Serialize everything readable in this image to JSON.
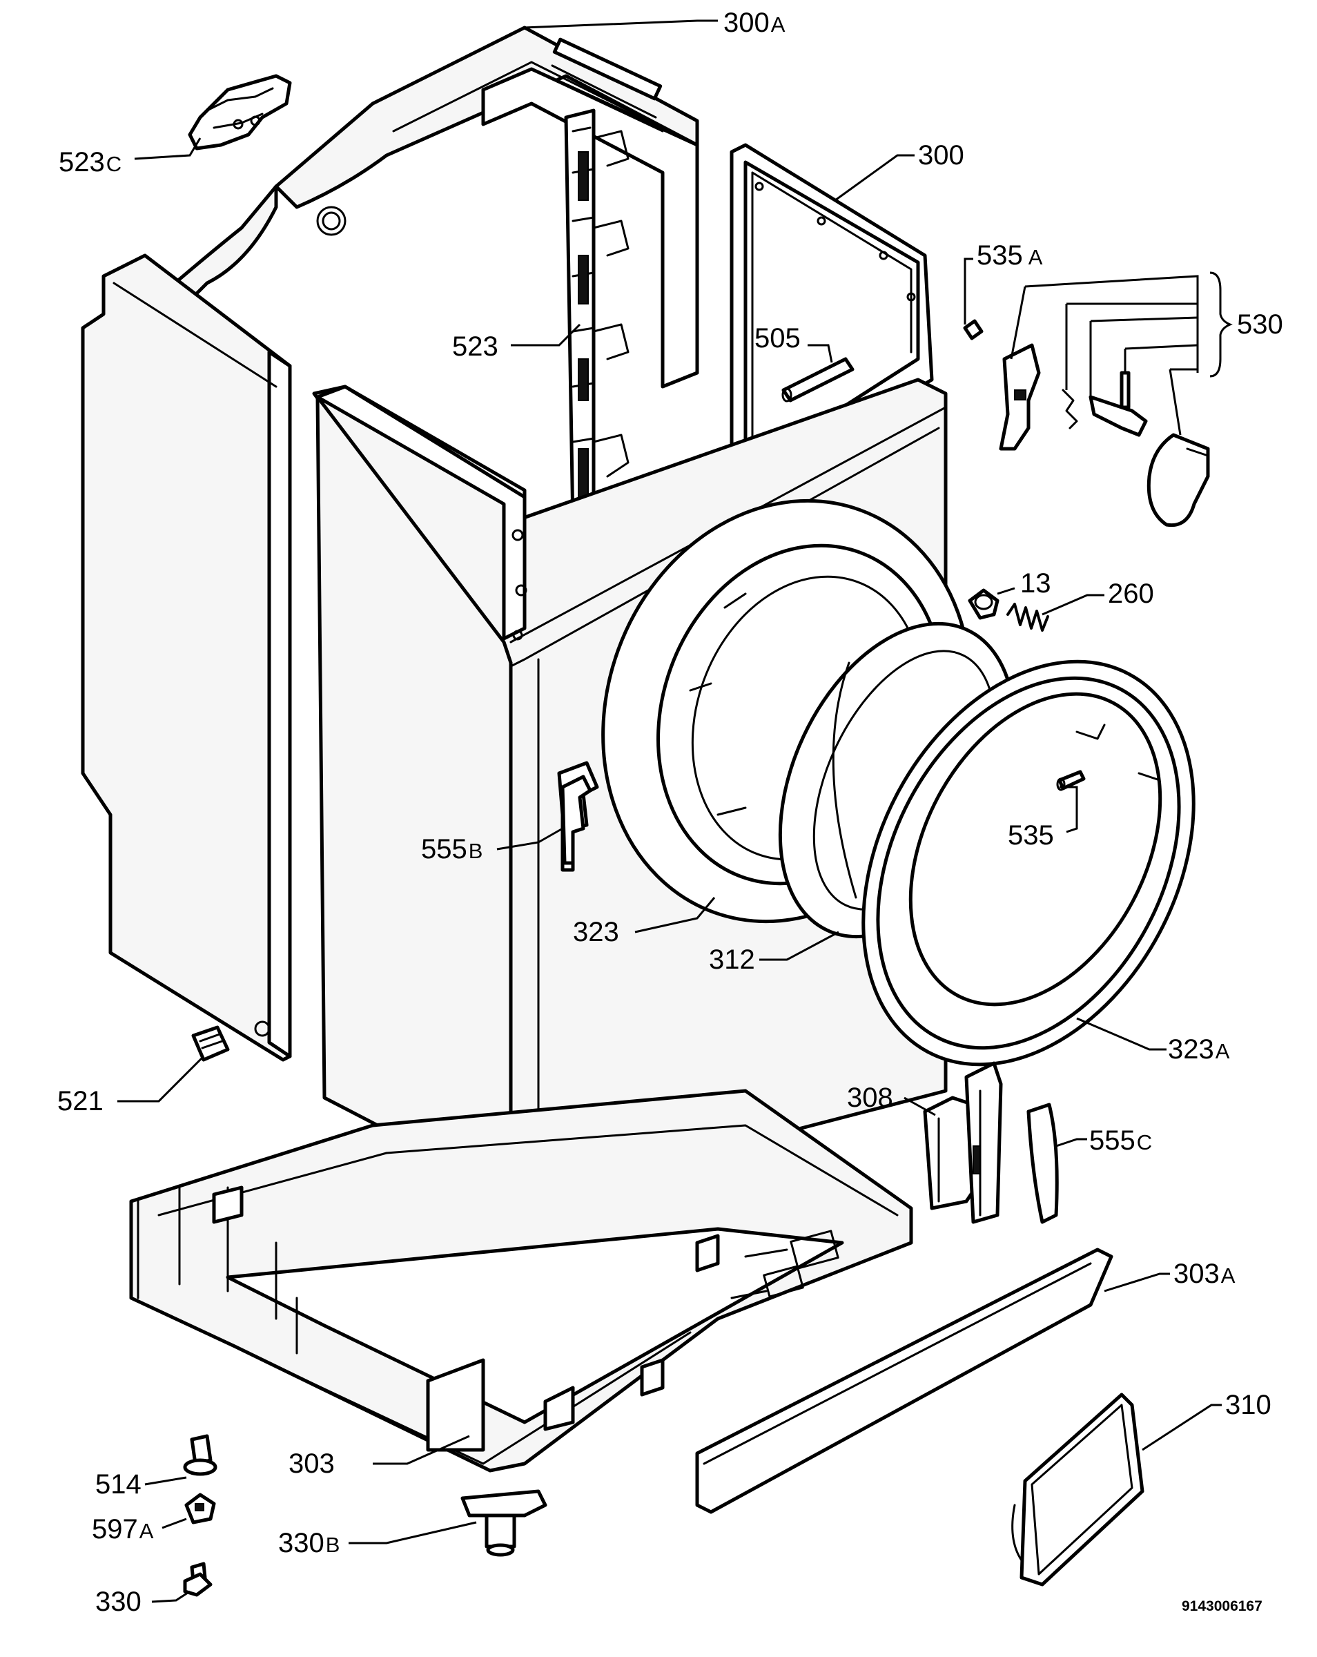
{
  "labels": {
    "l300A": {
      "num": "300",
      "suffix": "A"
    },
    "l523C": {
      "num": "523",
      "suffix": "C"
    },
    "l300": {
      "num": "300",
      "suffix": ""
    },
    "l535A": {
      "num": "535",
      "suffix": "A"
    },
    "l530": {
      "num": "530",
      "suffix": ""
    },
    "l523": {
      "num": "523",
      "suffix": ""
    },
    "l505": {
      "num": "505",
      "suffix": ""
    },
    "l13": {
      "num": "13",
      "suffix": ""
    },
    "l260": {
      "num": "260",
      "suffix": ""
    },
    "l535": {
      "num": "535",
      "suffix": ""
    },
    "l555B": {
      "num": "555",
      "suffix": "B"
    },
    "l323": {
      "num": "323",
      "suffix": ""
    },
    "l312": {
      "num": "312",
      "suffix": ""
    },
    "l323A": {
      "num": "323",
      "suffix": "A"
    },
    "l521": {
      "num": "521",
      "suffix": ""
    },
    "l308": {
      "num": "308",
      "suffix": ""
    },
    "l555C": {
      "num": "555",
      "suffix": "C"
    },
    "l303A": {
      "num": "303",
      "suffix": "A"
    },
    "l310": {
      "num": "310",
      "suffix": ""
    },
    "l303": {
      "num": "303",
      "suffix": ""
    },
    "l514": {
      "num": "514",
      "suffix": ""
    },
    "l597A": {
      "num": "597",
      "suffix": "A"
    },
    "l330B": {
      "num": "330",
      "suffix": "B"
    },
    "l330": {
      "num": "330",
      "suffix": ""
    }
  },
  "doc_number": "9143006167"
}
